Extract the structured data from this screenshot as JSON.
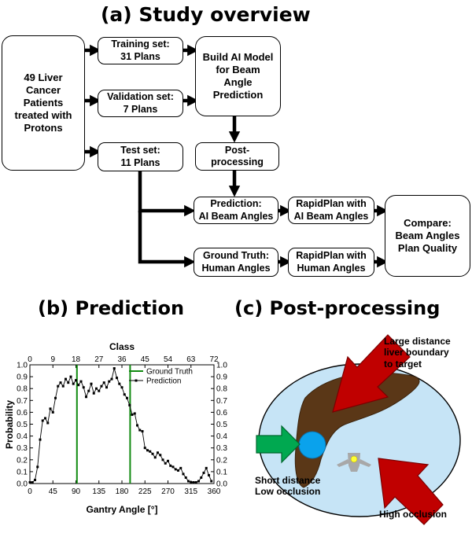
{
  "panel_a": {
    "title": "(a) Study overview",
    "boxes": {
      "patients": "49 Liver\nCancer\nPatients\ntreated with\nProtons",
      "training": "Training set:\n31 Plans",
      "validation": "Validation set:\n7 Plans",
      "test": "Test set:\n11 Plans",
      "build_model": "Build AI Model\nfor Beam\nAngle\nPrediction",
      "post_processing": "Post-\nprocessing",
      "prediction": "Prediction:\nAI Beam Angles",
      "ground_truth": "Ground Truth:\nHuman Angles",
      "rapidplan_ai": "RapidPlan with\nAI Beam Angles",
      "rapidplan_human": "RapidPlan with\nHuman Angles",
      "compare": "Compare:\nBeam Angles\nPlan Quality"
    }
  },
  "panel_b": {
    "title": "(b) Prediction",
    "chart_data": {
      "type": "line",
      "title": "",
      "top_axis_label": "Class",
      "xlabel": "Gantry Angle [°]",
      "ylabel": "Probability",
      "xlim": [
        0,
        360
      ],
      "ylim": [
        0,
        1
      ],
      "top_xlim": [
        0,
        72
      ],
      "x_ticks": [
        "0",
        "45",
        "90",
        "135",
        "180",
        "225",
        "270",
        "315",
        "360"
      ],
      "top_ticks": [
        "0",
        "9",
        "18",
        "27",
        "36",
        "45",
        "54",
        "63",
        "72"
      ],
      "y_ticks": [
        "0.0",
        "0.1",
        "0.2",
        "0.3",
        "0.4",
        "0.5",
        "0.6",
        "0.7",
        "0.8",
        "0.9",
        "1.0"
      ],
      "legend": [
        "Ground Truth",
        "Prediction"
      ],
      "legend_position": "top-right",
      "ground_truth_angles": [
        92,
        196
      ],
      "series": [
        {
          "name": "Prediction",
          "color": "#000000",
          "x": [
            0,
            5,
            10,
            15,
            20,
            25,
            30,
            35,
            40,
            45,
            50,
            55,
            60,
            65,
            70,
            75,
            80,
            85,
            90,
            95,
            100,
            105,
            110,
            115,
            120,
            125,
            130,
            135,
            140,
            145,
            150,
            155,
            160,
            165,
            170,
            175,
            180,
            185,
            190,
            195,
            200,
            205,
            210,
            215,
            220,
            225,
            230,
            235,
            240,
            245,
            250,
            255,
            260,
            265,
            270,
            275,
            280,
            285,
            290,
            295,
            300,
            305,
            310,
            315,
            320,
            325,
            330,
            335,
            340,
            345,
            350,
            355
          ],
          "y": [
            0.01,
            0.01,
            0.03,
            0.14,
            0.37,
            0.53,
            0.55,
            0.51,
            0.63,
            0.6,
            0.72,
            0.82,
            0.85,
            0.82,
            0.88,
            0.85,
            0.9,
            0.84,
            0.87,
            0.83,
            0.86,
            0.81,
            0.73,
            0.78,
            0.84,
            0.76,
            0.8,
            0.78,
            0.82,
            0.85,
            0.81,
            0.86,
            0.88,
            0.97,
            0.89,
            0.84,
            0.81,
            0.75,
            0.72,
            0.66,
            0.58,
            0.59,
            0.49,
            0.45,
            0.44,
            0.3,
            0.28,
            0.27,
            0.25,
            0.22,
            0.26,
            0.24,
            0.2,
            0.17,
            0.19,
            0.15,
            0.14,
            0.12,
            0.11,
            0.13,
            0.08,
            0.05,
            0.02,
            0.01,
            0.01,
            0.01,
            0.02,
            0.05,
            0.09,
            0.13,
            0.07,
            0.02
          ]
        }
      ]
    },
    "colors": {
      "ground_truth": "#108a10",
      "prediction": "#000000"
    }
  },
  "panel_c": {
    "title": "(c) Post-processing",
    "labels": {
      "large_distance": "Large distance\nliver boundary\nto target",
      "short_distance": "Short distance\nLow occlusion",
      "high_occlusion": "High occlusion"
    },
    "colors": {
      "body": "#c6e4f6",
      "liver": "#5a3717",
      "target": "#0aa2ec",
      "red_arrow": "#c00000",
      "green_arrow": "#00a850",
      "spine": "#a8a8a8",
      "spinal_cord": "#ffff33"
    },
    "icons": [
      "red-arrow-icon",
      "green-arrow-icon",
      "spine-icon",
      "liver-icon",
      "target-icon"
    ]
  }
}
